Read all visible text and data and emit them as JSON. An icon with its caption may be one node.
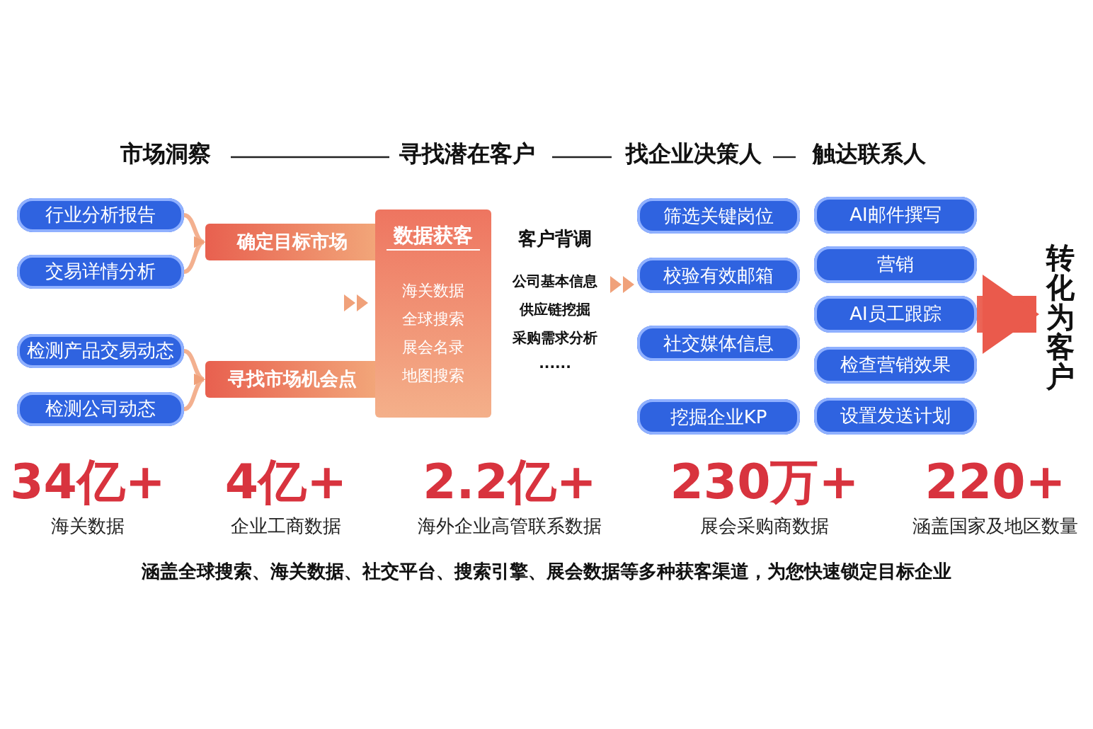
{
  "diagram": {
    "nodes": [
      {
        "text": [
          "行业分析报告"
        ]
      },
      {
        "text": [
          "交易详情分析"
        ]
      },
      {
        "text": [
          "检测产品交易动态"
        ]
      },
      {
        "text": [
          "检测公司动态"
        ]
      },
      {
        "text": [
          "确定目标市场"
        ]
      },
      {
        "text": [
          "寻找市场机会点"
        ]
      },
      {
        "text": [
          "数据获客",
          "海关数据",
          "全球搜索",
          "展会名录",
          "地图搜索"
        ]
      },
      {
        "text": [
          "筛选关键岗位"
        ]
      },
      {
        "text": [
          "校验有效邮箱"
        ]
      },
      {
        "text": [
          "社交媒体信息"
        ]
      },
      {
        "text": [
          "挖掘企业KP"
        ]
      },
      {
        "text": [
          "AI邮件撰写"
        ]
      },
      {
        "text": [
          "营销"
        ]
      },
      {
        "text": [
          "AI员工跟踪"
        ]
      },
      {
        "text": [
          "检查营销效果"
        ]
      },
      {
        "text": [
          "设置发送计划"
        ]
      },
      {
        "text": [
          "转化为客户"
        ]
      },
      {
        "text": [
          "客户背调",
          "公司基本信息",
          "供应链挖掘",
          "采购需求分析",
          "......"
        ]
      }
    ],
    "edges": [
      {
        "from": 0,
        "to": 4,
        "arrow": "to"
      },
      {
        "from": 1,
        "to": 4,
        "arrow": "to"
      },
      {
        "from": 2,
        "to": 5,
        "arrow": "to"
      },
      {
        "from": 3,
        "to": 5,
        "arrow": "to"
      },
      {
        "from": 13,
        "to": 16,
        "arrow": "to",
        "style": "thick"
      },
      {
        "from": 17,
        "to": 8,
        "arrow": "to"
      }
    ],
    "labels": [
      "市场洞察",
      "寻找潜在客户",
      "找企业决策人",
      "触达联系人",
      "34亿+",
      "海关数据",
      "4亿+",
      "企业工商数据",
      "2.2亿+",
      "海外企业高管联系数据",
      "230万+",
      "展会采购商数据",
      "220+",
      "涵盖国家及地区数量",
      "涵盖全球搜索、海关数据、社交平台、搜索引擎、展会数据等多种获客渠道，为您快速锁定目标企业"
    ]
  }
}
